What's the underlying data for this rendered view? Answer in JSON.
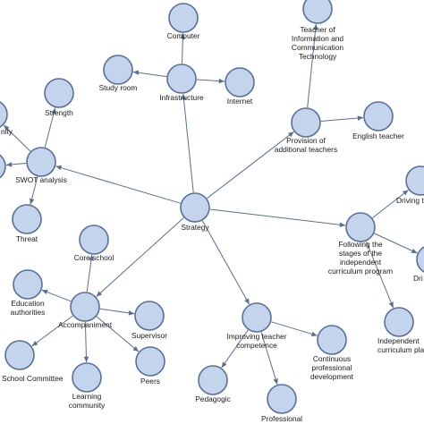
{
  "colors": {
    "node_fill": "#c3d4ec",
    "node_stroke": "#5a6f95",
    "edge": "#5d6f8a",
    "text": "#1b1b1b"
  },
  "diagram": {
    "nodes": [
      {
        "id": "strategy",
        "label": [
          "Strategy"
        ]
      },
      {
        "id": "infrastructure",
        "label": [
          "Infrastructure"
        ]
      },
      {
        "id": "computer",
        "label": [
          "Computer"
        ]
      },
      {
        "id": "study-room",
        "label": [
          "Study room"
        ]
      },
      {
        "id": "internet",
        "label": [
          "Internet"
        ]
      },
      {
        "id": "provision",
        "label": [
          "Provision of",
          "additional teachers"
        ]
      },
      {
        "id": "ict-teacher",
        "label": [
          "Teacher of",
          "Information and",
          "Communication",
          "Technology"
        ]
      },
      {
        "id": "english-teacher",
        "label": [
          "English teacher"
        ]
      },
      {
        "id": "swot",
        "label": [
          "SWOT analysis"
        ]
      },
      {
        "id": "strength",
        "label": [
          "Strength"
        ]
      },
      {
        "id": "threat",
        "label": [
          "Threat"
        ]
      },
      {
        "id": "opportunity",
        "label": [
          "nity"
        ]
      },
      {
        "id": "weakness",
        "label": [
          ""
        ]
      },
      {
        "id": "following",
        "label": [
          "Following the",
          "stages of the",
          "independent",
          "curriculum program"
        ]
      },
      {
        "id": "driving",
        "label": [
          "Driving t"
        ]
      },
      {
        "id": "dri",
        "label": [
          "Dri"
        ]
      },
      {
        "id": "independent-platform",
        "label": [
          "Independent",
          "curriculum platfor"
        ]
      },
      {
        "id": "accompaniment",
        "label": [
          "Accompaniment"
        ]
      },
      {
        "id": "core-school",
        "label": [
          "Core school"
        ]
      },
      {
        "id": "education-authorities",
        "label": [
          "Education",
          "authorities"
        ]
      },
      {
        "id": "supervisor",
        "label": [
          "Supervisor"
        ]
      },
      {
        "id": "peers",
        "label": [
          "Peers"
        ]
      },
      {
        "id": "learning-community",
        "label": [
          "Learning",
          "community"
        ]
      },
      {
        "id": "school-committee",
        "label": [
          "School Committee"
        ]
      },
      {
        "id": "improving",
        "label": [
          "Improving teacher",
          "competence"
        ]
      },
      {
        "id": "pedagogic",
        "label": [
          "Pedagogic"
        ]
      },
      {
        "id": "professional",
        "label": [
          "Professional"
        ]
      },
      {
        "id": "cpd",
        "label": [
          "Continuous",
          "professional",
          "development"
        ]
      }
    ],
    "edges": [
      {
        "from": "strategy",
        "to": "infrastructure"
      },
      {
        "from": "infrastructure",
        "to": "computer"
      },
      {
        "from": "infrastructure",
        "to": "study-room"
      },
      {
        "from": "infrastructure",
        "to": "internet"
      },
      {
        "from": "strategy",
        "to": "provision"
      },
      {
        "from": "provision",
        "to": "ict-teacher"
      },
      {
        "from": "provision",
        "to": "english-teacher"
      },
      {
        "from": "strategy",
        "to": "swot"
      },
      {
        "from": "swot",
        "to": "strength"
      },
      {
        "from": "swot",
        "to": "threat"
      },
      {
        "from": "swot",
        "to": "opportunity"
      },
      {
        "from": "swot",
        "to": "weakness"
      },
      {
        "from": "strategy",
        "to": "following"
      },
      {
        "from": "following",
        "to": "driving"
      },
      {
        "from": "following",
        "to": "dri"
      },
      {
        "from": "following",
        "to": "independent-platform"
      },
      {
        "from": "strategy",
        "to": "accompaniment"
      },
      {
        "from": "accompaniment",
        "to": "core-school"
      },
      {
        "from": "accompaniment",
        "to": "education-authorities"
      },
      {
        "from": "accompaniment",
        "to": "supervisor"
      },
      {
        "from": "accompaniment",
        "to": "peers"
      },
      {
        "from": "accompaniment",
        "to": "learning-community"
      },
      {
        "from": "accompaniment",
        "to": "school-committee"
      },
      {
        "from": "strategy",
        "to": "improving"
      },
      {
        "from": "improving",
        "to": "pedagogic"
      },
      {
        "from": "improving",
        "to": "professional"
      },
      {
        "from": "improving",
        "to": "cpd"
      }
    ]
  }
}
